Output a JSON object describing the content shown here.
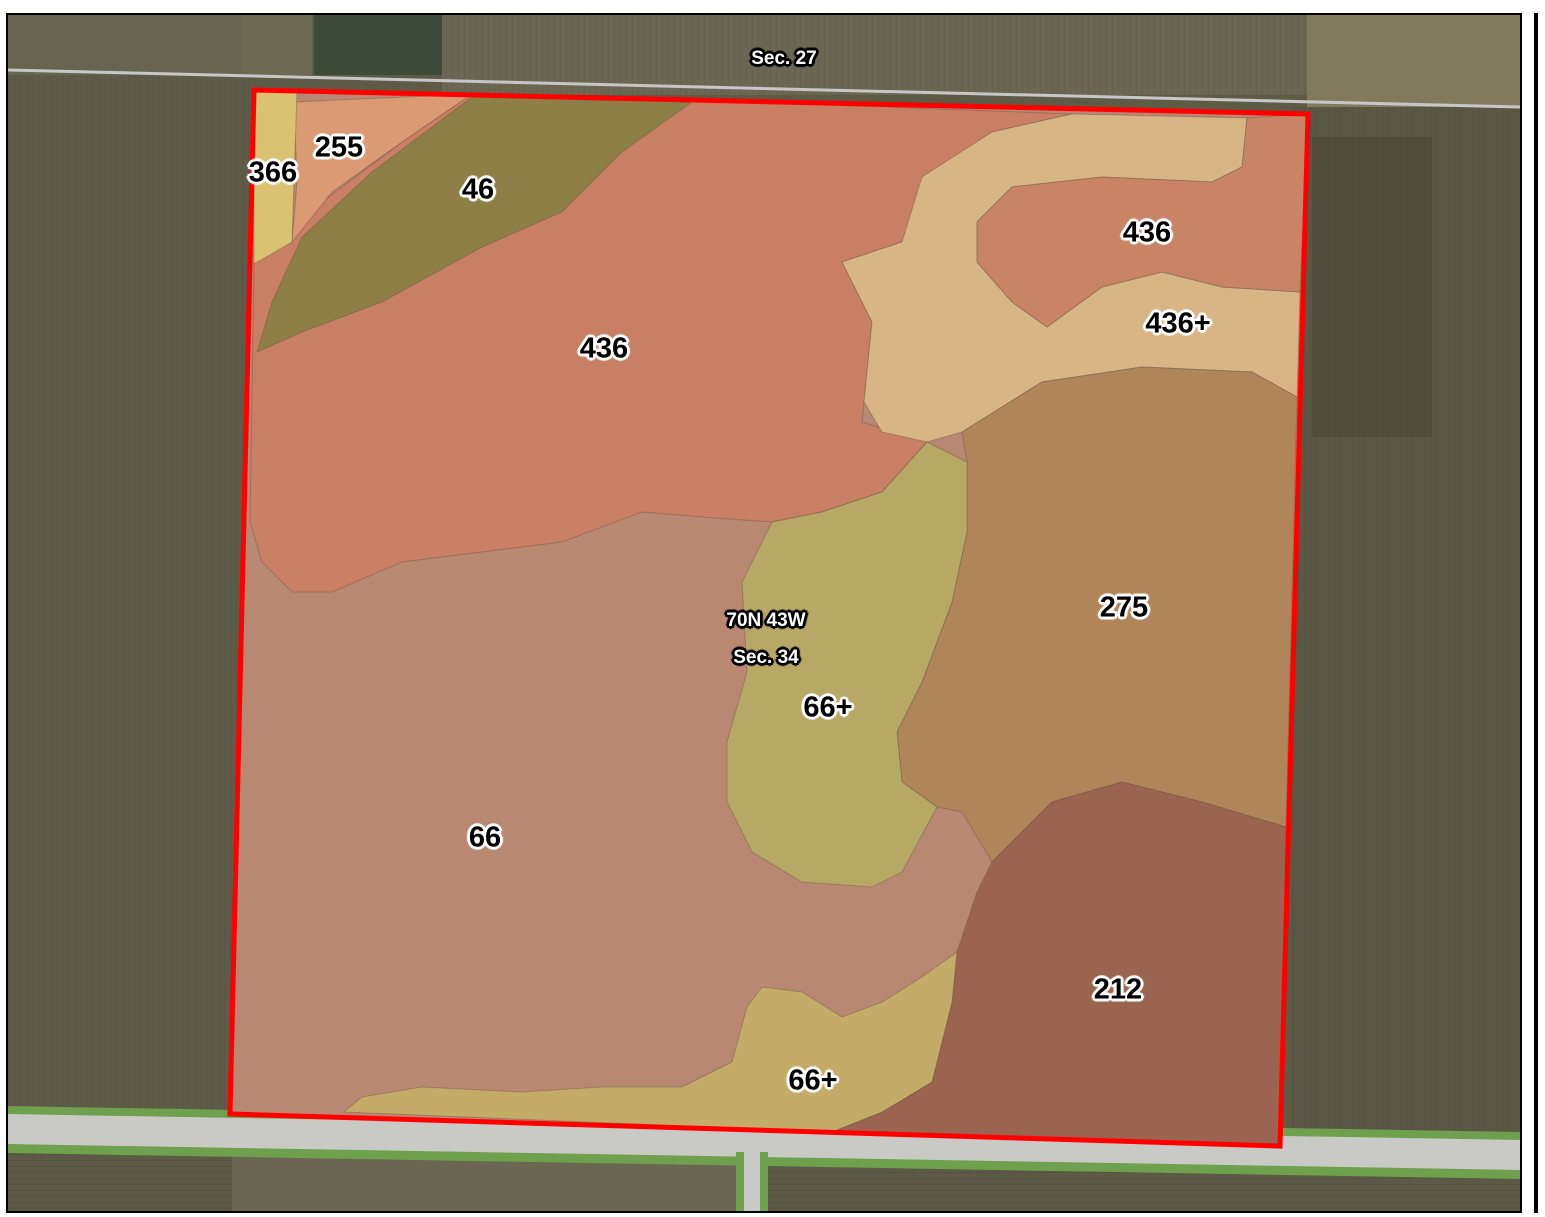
{
  "map": {
    "section_labels": {
      "north_section": "Sec. 27",
      "township_range": "70N 43W",
      "center_section": "Sec. 34"
    },
    "soil_map_units": [
      {
        "id": "su-366",
        "label": "366",
        "color": "#d9c272"
      },
      {
        "id": "su-255",
        "label": "255",
        "color": "#d99a74"
      },
      {
        "id": "su-46",
        "label": "46",
        "color": "#8e7f47"
      },
      {
        "id": "su-436-a",
        "label": "436",
        "color": "#c97f63"
      },
      {
        "id": "su-436-b",
        "label": "436",
        "color": "#c98466"
      },
      {
        "id": "su-436plus",
        "label": "436+",
        "color": "#d8b585"
      },
      {
        "id": "su-275",
        "label": "275",
        "color": "#b08559"
      },
      {
        "id": "su-66plus-a",
        "label": "66+",
        "color": "#b8a866"
      },
      {
        "id": "su-66",
        "label": "66",
        "color": "#b88873"
      },
      {
        "id": "su-212",
        "label": "212",
        "color": "#9a6450"
      },
      {
        "id": "su-66plus-b",
        "label": "66+",
        "color": "#c4ac68"
      }
    ],
    "colors": {
      "boundary": "#ff0000",
      "road": "#c9c9c5",
      "grass": "#6fa04d",
      "field_dark": "#4f4c3c",
      "field_light": "#6a6750"
    }
  }
}
